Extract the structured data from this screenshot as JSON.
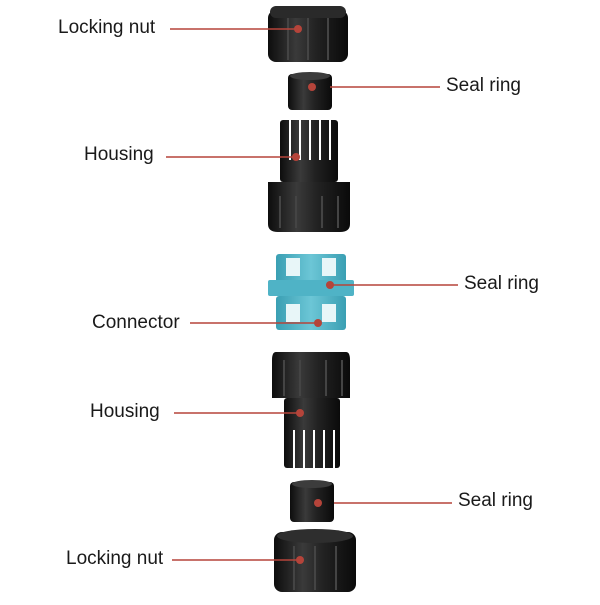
{
  "diagram": {
    "title": "",
    "accent_color": "#b5443a",
    "part_color": "#1e1e1e",
    "connector_color": "#4fb3c6",
    "parts": [
      {
        "id": "locking-nut-top",
        "label": "Locking nut",
        "side": "left",
        "icon": "locking-nut-icon"
      },
      {
        "id": "seal-ring-1",
        "label": "Seal ring",
        "side": "right",
        "icon": "seal-ring-icon"
      },
      {
        "id": "housing-top",
        "label": "Housing",
        "side": "left",
        "icon": "housing-icon"
      },
      {
        "id": "seal-ring-2",
        "label": "Seal ring",
        "side": "right",
        "icon": "seal-ring-icon"
      },
      {
        "id": "connector",
        "label": "Connector",
        "side": "left",
        "icon": "terminal-connector-icon"
      },
      {
        "id": "housing-bottom",
        "label": "Housing",
        "side": "left",
        "icon": "housing-icon"
      },
      {
        "id": "seal-ring-3",
        "label": "Seal ring",
        "side": "right",
        "icon": "seal-ring-icon"
      },
      {
        "id": "locking-nut-bottom",
        "label": "Locking nut",
        "side": "left",
        "icon": "locking-nut-icon"
      }
    ]
  }
}
